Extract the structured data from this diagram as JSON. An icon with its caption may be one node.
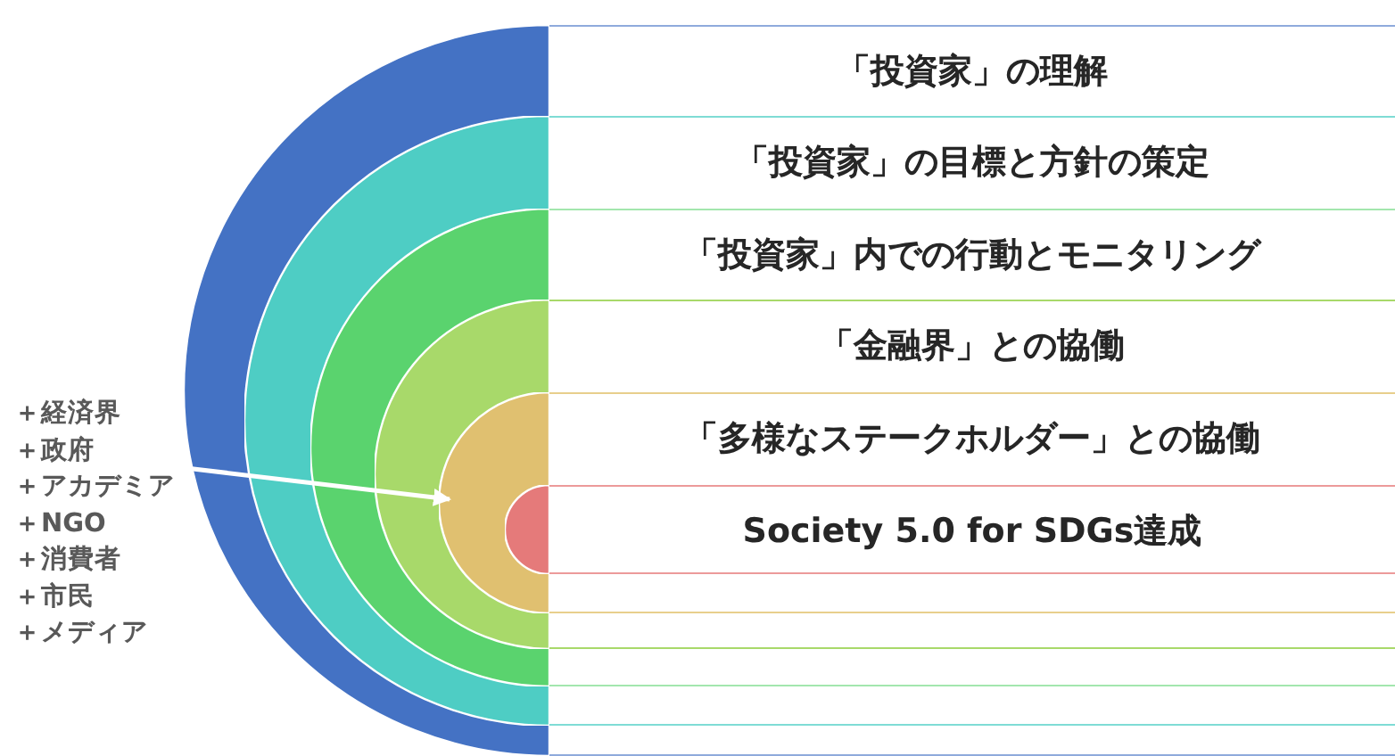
{
  "diagram": {
    "nodes": [
      {
        "text": [],
        "shape": "semicircle"
      },
      {
        "text": [],
        "shape": "semicircle",
        "in": 0
      },
      {
        "text": [],
        "shape": "semicircle",
        "in": 1
      },
      {
        "text": [],
        "shape": "semicircle",
        "in": 2
      },
      {
        "text": [],
        "shape": "semicircle",
        "in": 3
      },
      {
        "text": [],
        "shape": "semicircle",
        "in": 4
      },
      {
        "text": [
          "「投資家」の理解"
        ]
      },
      {
        "text": [
          "「投資家」の目標と方針の策定"
        ]
      },
      {
        "text": [
          "「投資家」内での行動とモニタリング"
        ]
      },
      {
        "text": [
          "「金融界」との協働"
        ]
      },
      {
        "text": [
          "「多様なステークホルダー」との協働"
        ]
      },
      {
        "text": [
          "Society 5.0 for SDGs達成"
        ]
      },
      {
        "text": [
          "＋経済界",
          "＋政府",
          "＋アカデミア",
          "＋NGO",
          "＋消費者",
          "＋市民",
          "＋メディア"
        ]
      }
    ],
    "edges": [
      {
        "from": 12,
        "to": 4,
        "arrow": "to"
      }
    ]
  }
}
